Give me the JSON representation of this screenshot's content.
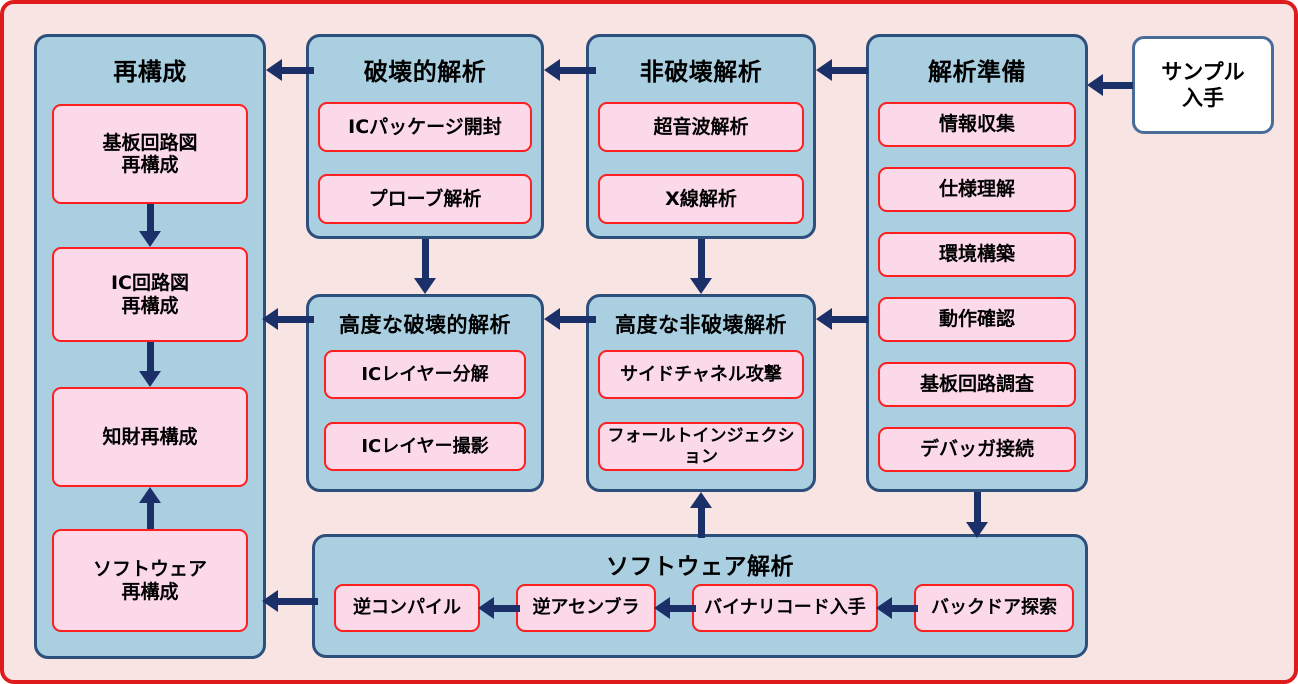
{
  "diagram": {
    "background_color": "#f7e4e3",
    "frame_color": "#e01b1b",
    "panel_color": "#a9cfe1",
    "panel_border_color": "#2c4f7c",
    "item_color": "#fbd9e8",
    "item_border_color": "#ff1f1f",
    "arrow_color": "#1b2f68",
    "start_box_color": "#ffffff"
  },
  "start": {
    "label": "サンプル\n入手"
  },
  "panels": [
    {
      "id": "reconstruction",
      "title": "再構成",
      "items": [
        {
          "label": "基板回路図\n再構成"
        },
        {
          "label": "IC回路図\n再構成"
        },
        {
          "label": "知財再構成"
        },
        {
          "label": "ソフトウェア\n再構成"
        }
      ]
    },
    {
      "id": "destructive-analysis",
      "title": "破壊的解析",
      "items": [
        {
          "label": "ICパッケージ開封"
        },
        {
          "label": "プローブ解析"
        }
      ]
    },
    {
      "id": "nondestructive-analysis",
      "title": "非破壊解析",
      "items": [
        {
          "label": "超音波解析"
        },
        {
          "label": "X線解析"
        }
      ]
    },
    {
      "id": "analysis-preparation",
      "title": "解析準備",
      "items": [
        {
          "label": "情報収集"
        },
        {
          "label": "仕様理解"
        },
        {
          "label": "環境構築"
        },
        {
          "label": "動作確認"
        },
        {
          "label": "基板回路調査"
        },
        {
          "label": "デバッガ接続"
        }
      ]
    },
    {
      "id": "advanced-destructive-analysis",
      "title": "高度な破壊的解析",
      "items": [
        {
          "label": "ICレイヤー分解"
        },
        {
          "label": "ICレイヤー撮影"
        }
      ]
    },
    {
      "id": "advanced-nondestructive-analysis",
      "title": "高度な非破壊解析",
      "items": [
        {
          "label": "サイドチャネル攻撃"
        },
        {
          "label": "フォールトインジェクション"
        }
      ]
    },
    {
      "id": "software-analysis",
      "title": "ソフトウェア解析",
      "items": [
        {
          "label": "逆コンパイル"
        },
        {
          "label": "逆アセンブラ"
        },
        {
          "label": "バイナリコード入手"
        },
        {
          "label": "バックドア探索"
        }
      ]
    }
  ],
  "flow": {
    "connections": [
      {
        "from": "サンプル入手",
        "to": "解析準備",
        "direction": "left"
      },
      {
        "from": "解析準備",
        "to": "非破壊解析",
        "direction": "left"
      },
      {
        "from": "非破壊解析",
        "to": "破壊的解析",
        "direction": "left"
      },
      {
        "from": "破壊的解析",
        "to": "再構成",
        "direction": "left"
      },
      {
        "from": "破壊的解析",
        "to": "高度な破壊的解析",
        "direction": "down"
      },
      {
        "from": "非破壊解析",
        "to": "高度な非破壊解析",
        "direction": "down"
      },
      {
        "from": "解析準備",
        "to": "高度な非破壊解析",
        "direction": "left"
      },
      {
        "from": "高度な非破壊解析",
        "to": "高度な破壊的解析",
        "direction": "left"
      },
      {
        "from": "高度な破壊的解析",
        "to": "再構成",
        "direction": "left"
      },
      {
        "from": "解析準備",
        "to": "ソフトウェア解析",
        "direction": "down"
      },
      {
        "from": "ソフトウェア解析",
        "to": "高度な非破壊解析",
        "direction": "up"
      },
      {
        "from": "ソフトウェア解析",
        "to": "ソフトウェア再構成",
        "direction": "left"
      },
      {
        "from": "基板回路図再構成",
        "to": "IC回路図再構成",
        "direction": "down"
      },
      {
        "from": "IC回路図再構成",
        "to": "知財再構成",
        "direction": "down"
      },
      {
        "from": "ソフトウェア再構成",
        "to": "知財再構成",
        "direction": "up"
      },
      {
        "from": "バックドア探索",
        "to": "バイナリコード入手",
        "direction": "left"
      },
      {
        "from": "バイナリコード入手",
        "to": "逆アセンブラ",
        "direction": "left"
      },
      {
        "from": "逆アセンブラ",
        "to": "逆コンパイル",
        "direction": "left"
      }
    ]
  }
}
